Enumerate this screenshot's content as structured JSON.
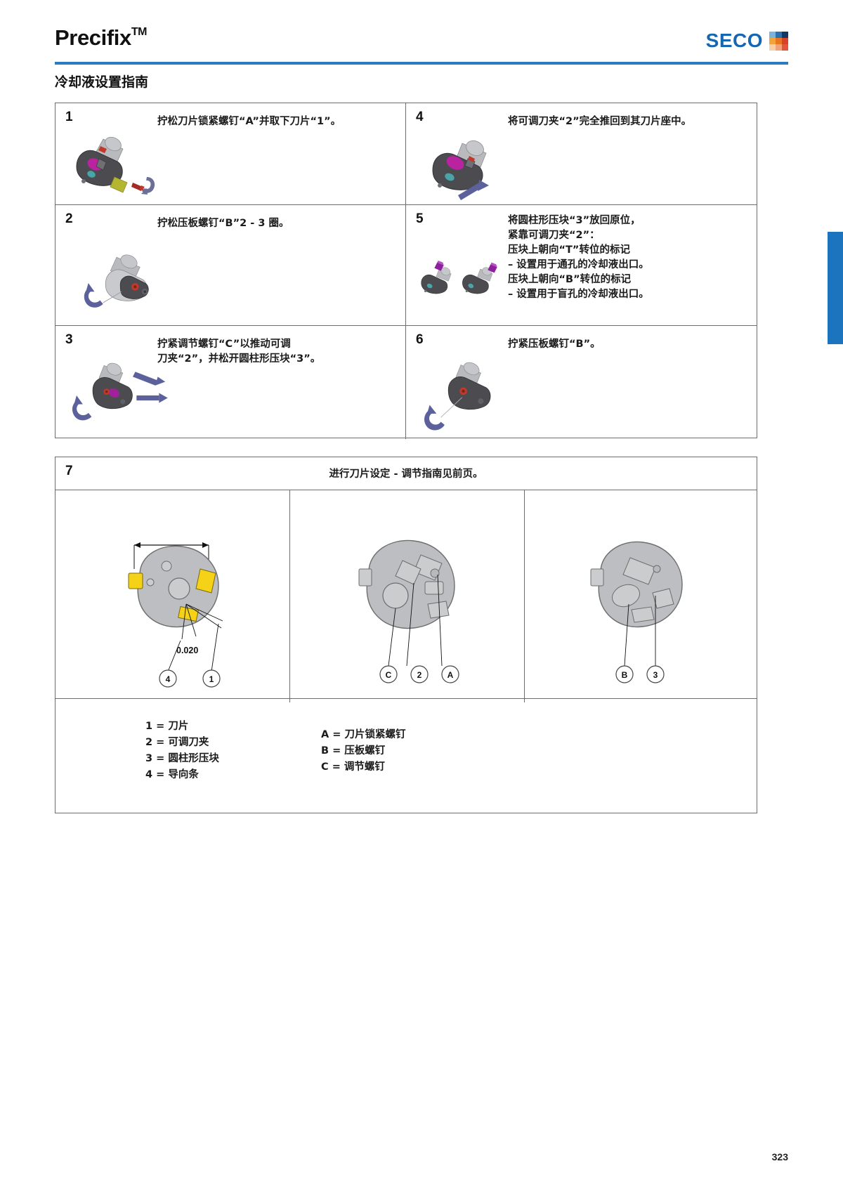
{
  "header": {
    "product_title": "Precifix",
    "trademark": "TM",
    "logo_text": "SECO",
    "accent_color": "#2b7cc0",
    "logo_color": "#1667b1",
    "logo_squares": [
      "#7ab3dc",
      "#2f6fae",
      "#13375f",
      "#f2a33c",
      "#e8761e",
      "#d9422a",
      "#f7cfa6",
      "#f0a07a",
      "#e2573a"
    ],
    "section_title": "冷却液设置指南"
  },
  "steps": [
    {
      "number": "1",
      "lines": [
        "拧松刀片锁紧螺钉“A”并取下刀片“1”。"
      ]
    },
    {
      "number": "4",
      "lines": [
        "将可调刀夹“2”完全推回到其刀片座中。"
      ]
    },
    {
      "number": "2",
      "lines": [
        "拧松压板螺钉“B”2 - 3 圈。"
      ]
    },
    {
      "number": "5",
      "lines": [
        "将圆柱形压块“3”放回原位，",
        "紧靠可调刀夹“2”：",
        "压块上朝向“T”转位的标记",
        "– 设置用于通孔的冷却液出口。",
        "压块上朝向“B”转位的标记",
        "– 设置用于盲孔的冷却液出口。"
      ]
    },
    {
      "number": "3",
      "lines": [
        "拧紧调节螺钉“C”以推动可调",
        "刀夹“2”，并松开圆柱形压块“3”。"
      ]
    },
    {
      "number": "6",
      "lines": [
        "拧紧压板螺钉“B”。"
      ]
    }
  ],
  "panel7": {
    "number": "7",
    "title": "进行刀片设定 - 调节指南见前页。",
    "dimension_label": "0.020",
    "figure1_callouts": [
      "4",
      "1"
    ],
    "figure2_callouts": [
      "C",
      "2",
      "A"
    ],
    "figure3_callouts": [
      "B",
      "3"
    ],
    "legend_left": "1 = 刀片\n2 = 可调刀夹\n3 = 圆柱形压块\n4 = 导向条",
    "legend_right": "A = 刀片锁紧螺钉\nB = 压板螺钉\nC = 调节螺钉"
  },
  "footer": {
    "page_number": "323"
  }
}
